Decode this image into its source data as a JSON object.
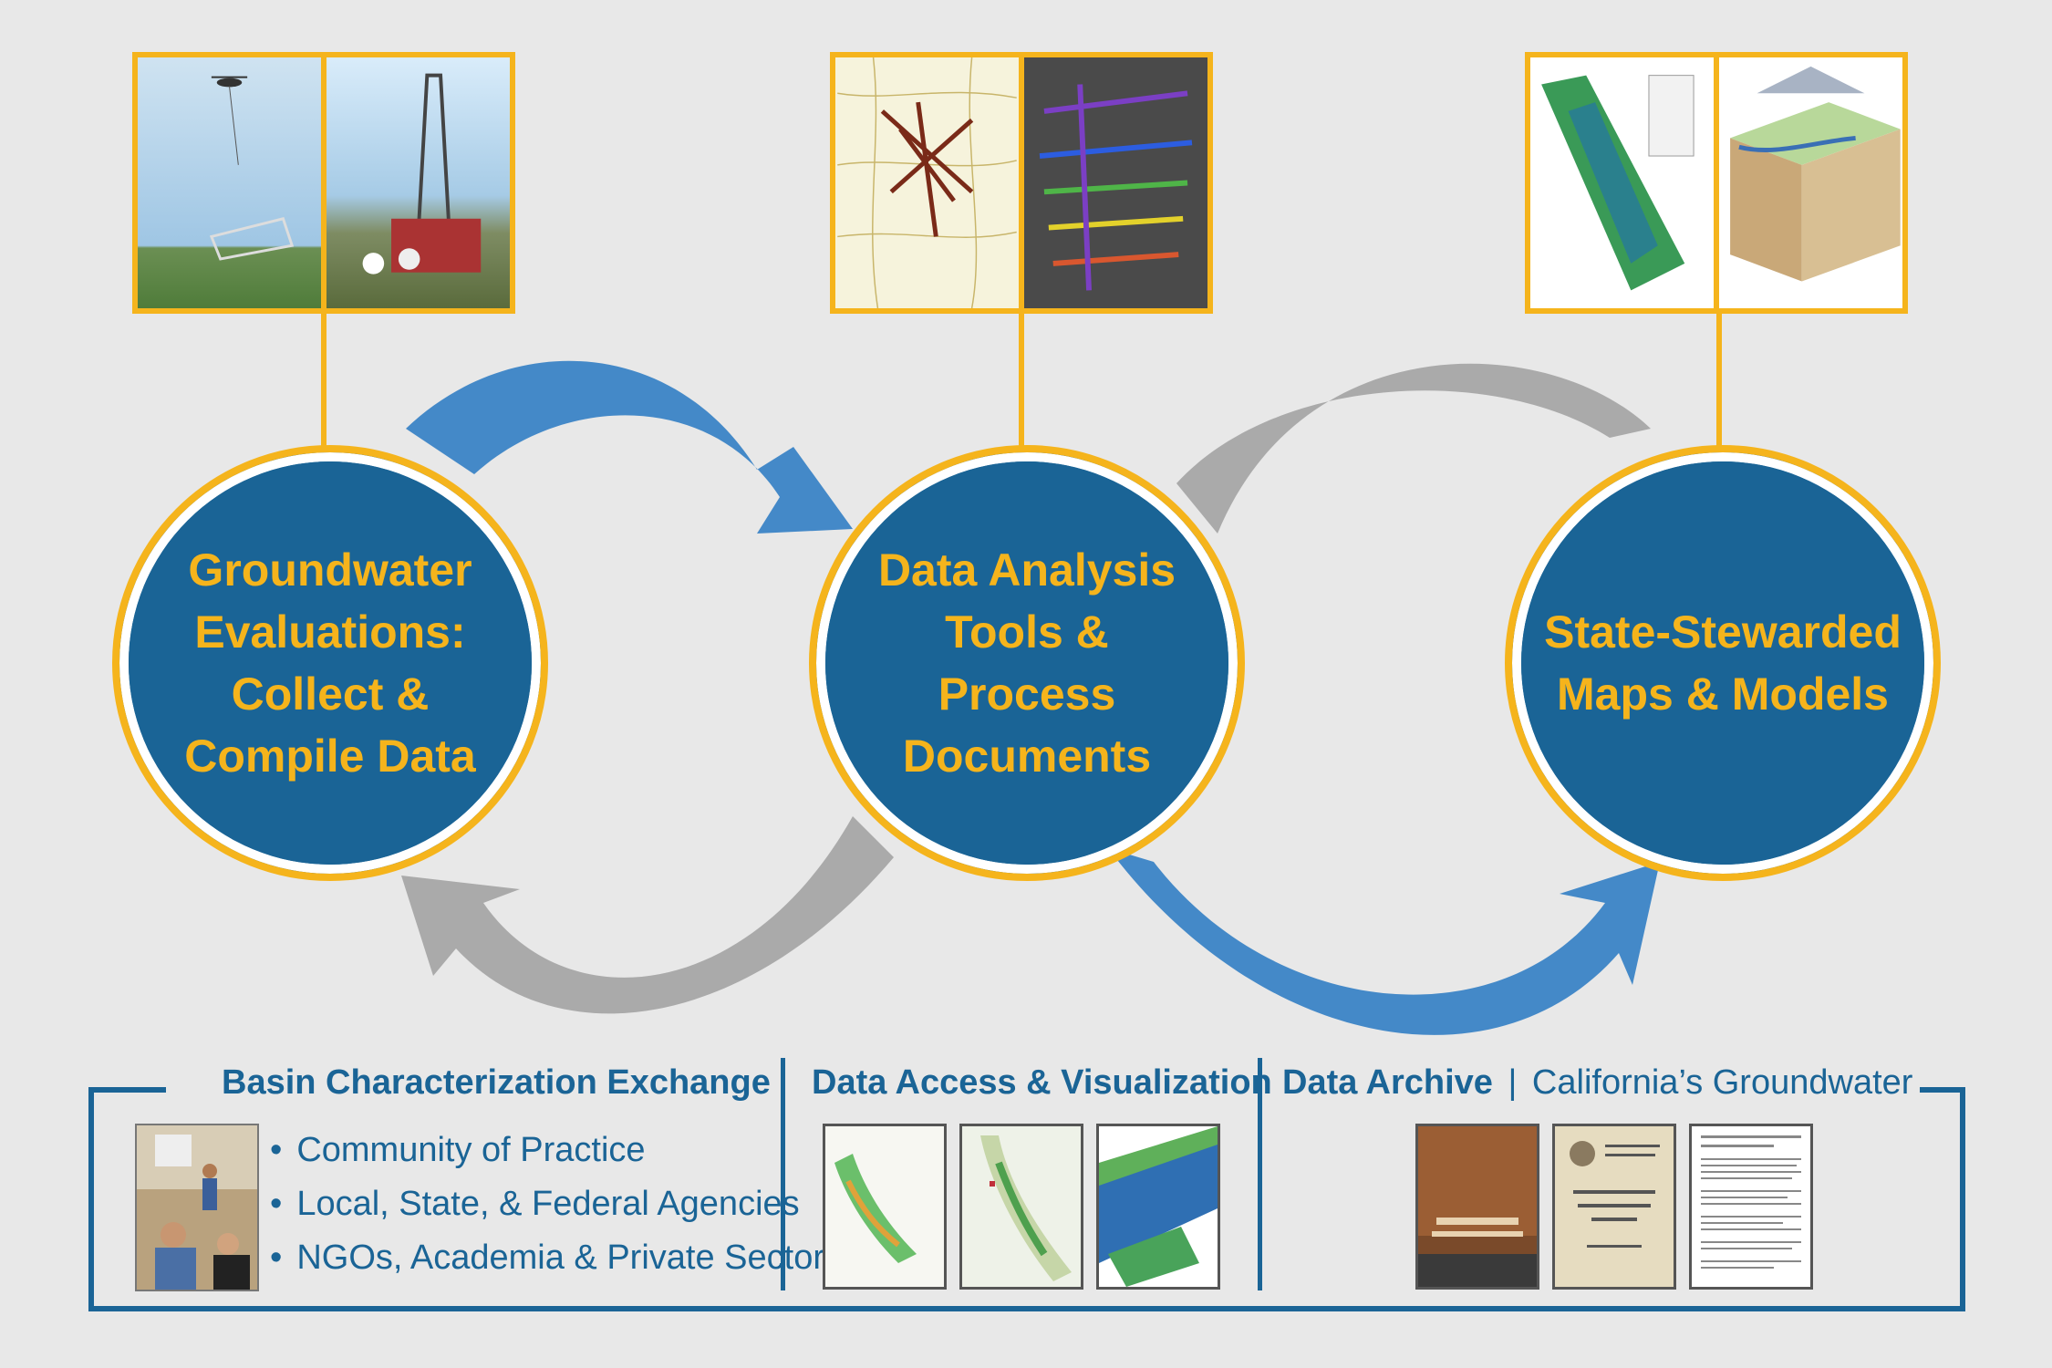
{
  "colors": {
    "background": "#e8e8e8",
    "navy": "#1a6496",
    "gold": "#f5b41c",
    "blue_arrow": "#4489c8",
    "gray_arrow": "#aaaaaa"
  },
  "nodes": [
    {
      "label_lines": [
        "Groundwater",
        "Evaluations:",
        "Collect &",
        "Compile Data"
      ]
    },
    {
      "label_lines": [
        "Data Analysis",
        "Tools &",
        "Process",
        "Documents"
      ]
    },
    {
      "label_lines": [
        "State-Stewarded",
        "Maps & Models"
      ]
    }
  ],
  "photos": {
    "left": [
      "helicopter-survey-photo",
      "drilling-rig-photo"
    ],
    "middle": [
      "road-network-map",
      "3d-geologic-sections"
    ],
    "right": [
      "california-valley-map",
      "aquifer-block-diagram"
    ]
  },
  "bottom": {
    "basin": {
      "title": "Basin Characterization Exchange",
      "bullets": [
        "Community of Practice",
        "Local, State, & Federal Agencies",
        "NGOs, Academia & Private Sector"
      ]
    },
    "access": {
      "title": "Data Access & Visualization"
    },
    "archive": {
      "title_bold": "Data Archive",
      "separator": "|",
      "title_regular": "California’s Groundwater"
    }
  }
}
